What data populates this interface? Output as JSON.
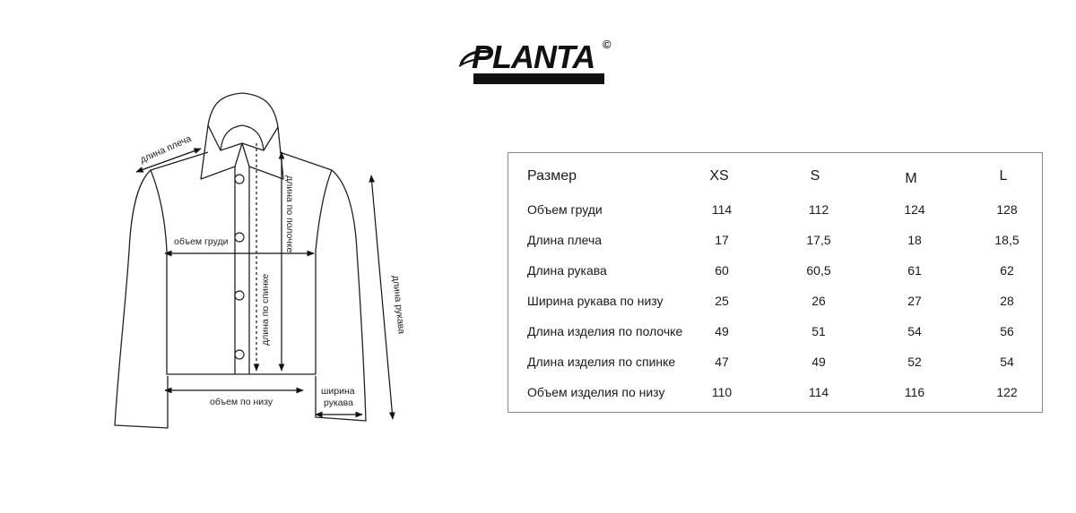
{
  "brand": {
    "name": "PLANTA",
    "copyright": "©"
  },
  "diagram_labels": {
    "shoulder": "длина плеча",
    "chest": "объем груди",
    "front_length": "длина по полочке",
    "back_length": "длина по спинке",
    "sleeve_length": "длина рукава",
    "hem": "объем по низу",
    "cuff_line1": "ширина",
    "cuff_line2": "рукава"
  },
  "table": {
    "header": {
      "label": "Размер",
      "sizes": [
        "XS",
        "S",
        "M",
        "L"
      ]
    },
    "rows": [
      {
        "label": "Объем груди",
        "values": [
          "114",
          "112",
          "124",
          "128"
        ]
      },
      {
        "label": "Длина плеча",
        "values": [
          "17",
          "17,5",
          "18",
          "18,5"
        ]
      },
      {
        "label": "Длина рукава",
        "values": [
          "60",
          "60,5",
          "61",
          "62"
        ]
      },
      {
        "label": "Ширина рукава по низу",
        "values": [
          "25",
          "26",
          "27",
          "28"
        ]
      },
      {
        "label": "Длина изделия по полочке",
        "values": [
          "49",
          "51",
          "54",
          "56"
        ]
      },
      {
        "label": "Длина изделия по спинке",
        "values": [
          "47",
          "49",
          "52",
          "54"
        ]
      },
      {
        "label": "Объем изделия по низу",
        "values": [
          "110",
          "114",
          "116",
          "122"
        ]
      }
    ]
  }
}
